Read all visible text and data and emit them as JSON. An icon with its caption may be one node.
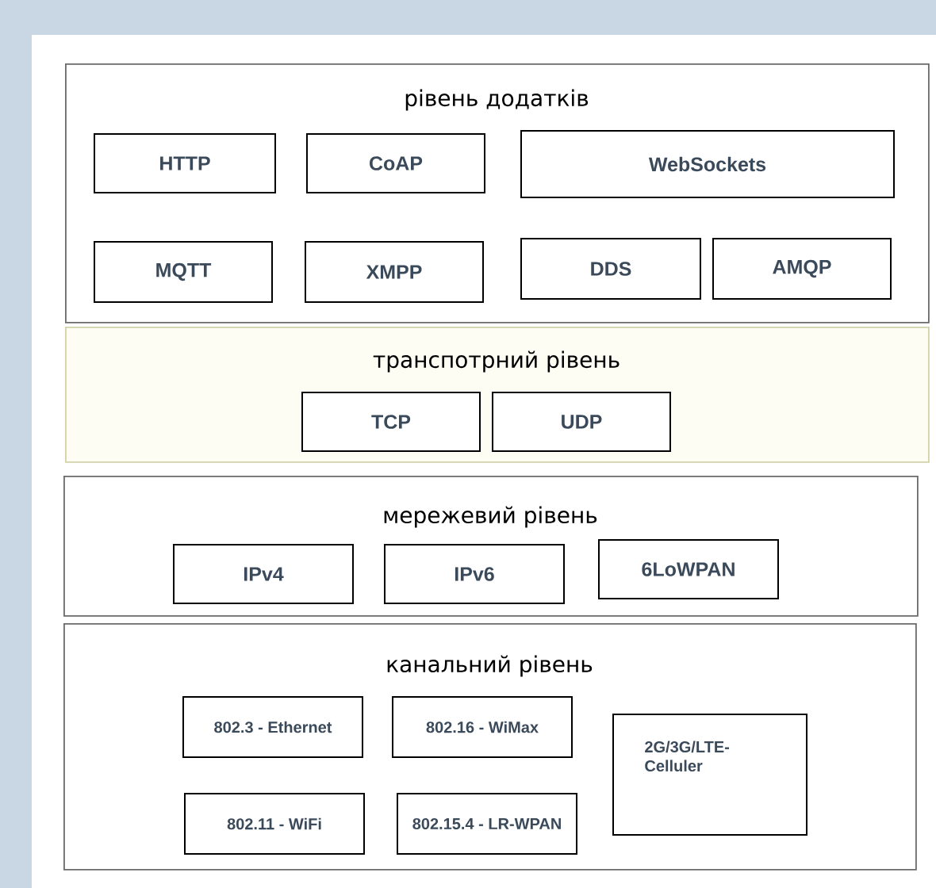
{
  "diagram": {
    "nodes": [
      {
        "text": [
          "рівень додатків"
        ]
      },
      {
        "text": [
          "HTTP"
        ],
        "in": 0
      },
      {
        "text": [
          "CoAP"
        ],
        "in": 0
      },
      {
        "text": [
          "WebSockets"
        ],
        "in": 0
      },
      {
        "text": [
          "MQTT"
        ],
        "in": 0
      },
      {
        "text": [
          "XMPP"
        ],
        "in": 0
      },
      {
        "text": [
          "DDS"
        ],
        "in": 0
      },
      {
        "text": [
          "AMQP"
        ],
        "in": 0
      },
      {
        "text": [
          "транспотрний рівень"
        ]
      },
      {
        "text": [
          "TCP"
        ],
        "in": 8
      },
      {
        "text": [
          "UDP"
        ],
        "in": 8
      },
      {
        "text": [
          "мережевий рівень"
        ]
      },
      {
        "text": [
          "IPv4"
        ],
        "in": 11
      },
      {
        "text": [
          "IPv6"
        ],
        "in": 11
      },
      {
        "text": [
          "6LoWPAN"
        ],
        "in": 11
      },
      {
        "text": [
          "канальний рівень"
        ]
      },
      {
        "text": [
          "802.3 - Ethernet"
        ],
        "in": 15
      },
      {
        "text": [
          "802.16 - WiMax"
        ],
        "in": 15
      },
      {
        "text": [
          "802.11 - WiFi"
        ],
        "in": 15
      },
      {
        "text": [
          "802.15.4 - LR-WPAN"
        ],
        "in": 15
      },
      {
        "text": [
          "2G/3G/LTE- Celluler"
        ],
        "in": 15
      }
    ]
  }
}
